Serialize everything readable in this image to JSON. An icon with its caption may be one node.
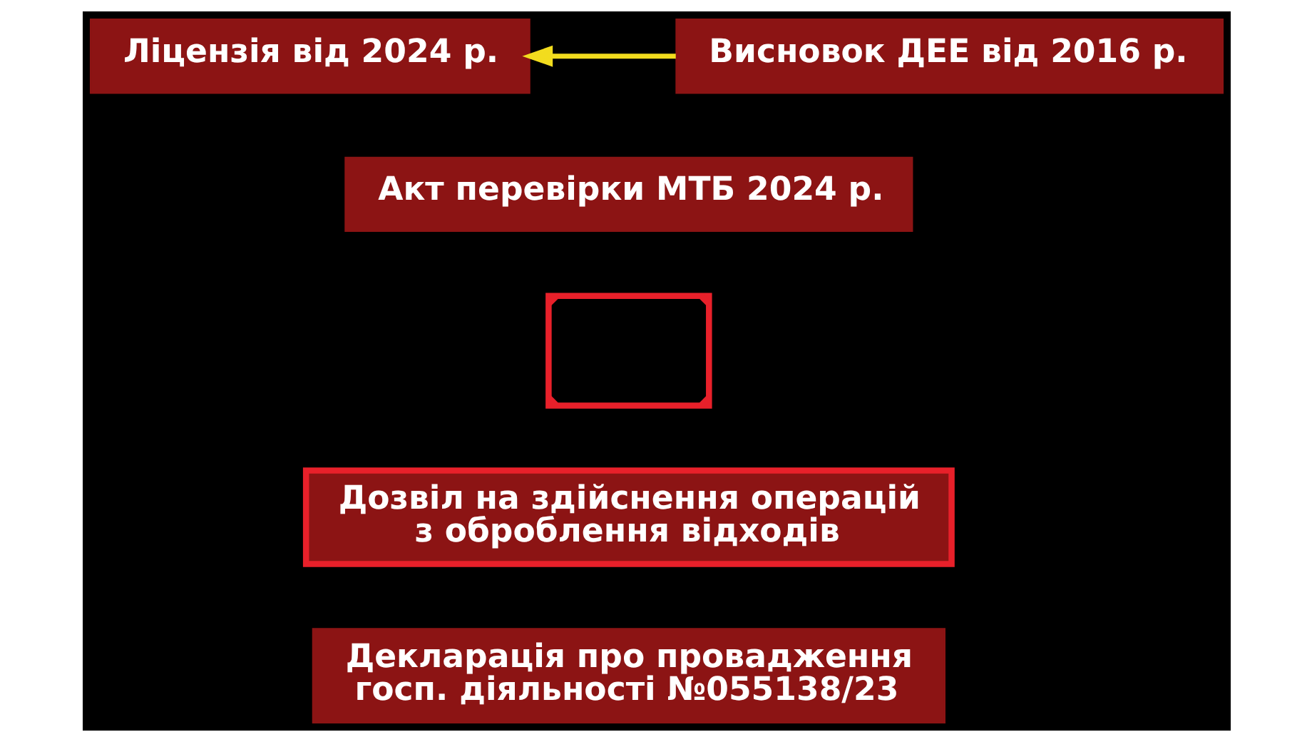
{
  "diagram": {
    "nodes": [
      {
        "text": [
          "Ліцензія від 2024 р."
        ]
      },
      {
        "text": [
          "Висновок ДЕЕ від 2016 р."
        ]
      },
      {
        "text": [
          "Акт перевірки МТБ 2024 р."
        ]
      },
      {
        "text": [],
        "shape": "picture"
      },
      {
        "text": [
          "Дозвіл на здійснення операцій з оброблення відходів"
        ]
      },
      {
        "text": [
          "Декларація про провадження госп. діяльності №055138/23"
        ]
      }
    ],
    "edges": [
      {
        "from": 1,
        "to": 0,
        "arrow": "to",
        "color": "#f2dc1e"
      }
    ]
  }
}
